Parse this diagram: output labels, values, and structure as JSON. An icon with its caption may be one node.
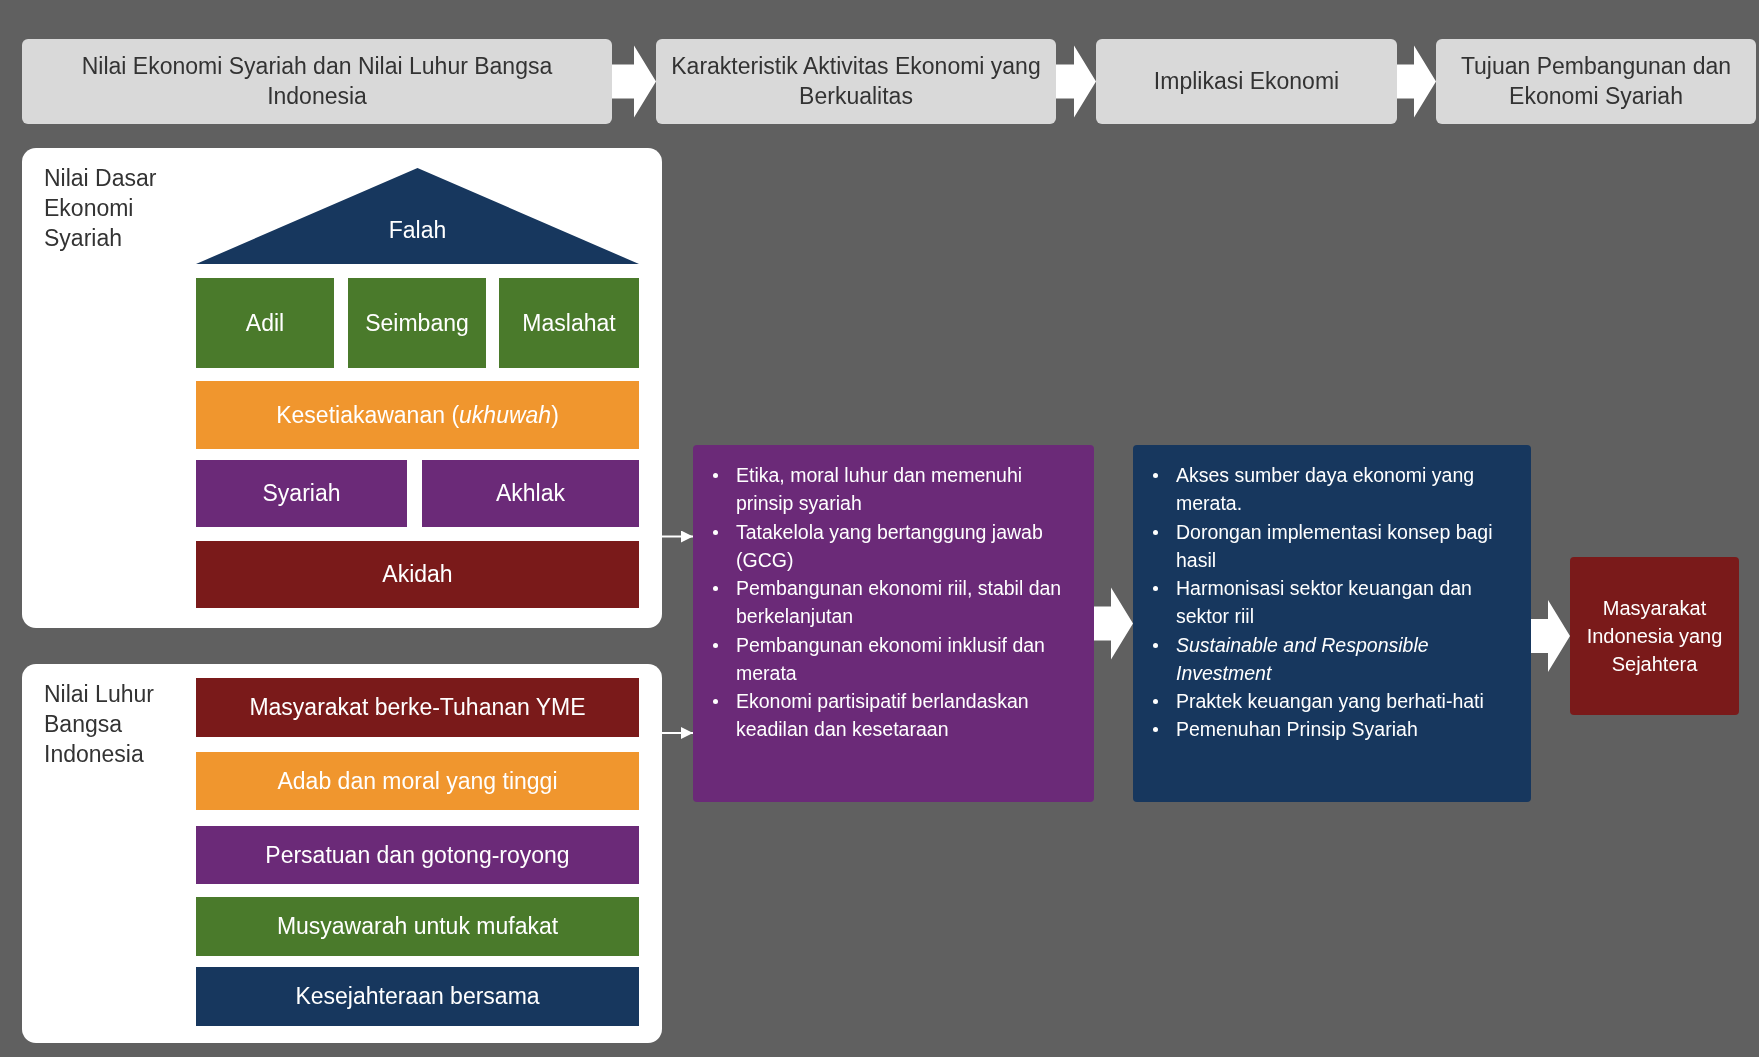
{
  "diagram": {
    "nodes": [
      {
        "text": [
          "Nilai Ekonomi Syariah dan Nilai Luhur Bangsa Indonesia"
        ]
      },
      {
        "text": [
          "Karakteristik Aktivitas Ekonomi yang Berkualitas"
        ]
      },
      {
        "text": [
          "Implikasi Ekonomi"
        ]
      },
      {
        "text": [
          "Tujuan Pembangunan dan Ekonomi Syariah"
        ]
      },
      {
        "text": [
          "Nilai Dasar Ekonomi Syariah"
        ]
      },
      {
        "text": [
          "Falah"
        ],
        "in": 4
      },
      {
        "text": [
          "Adil"
        ],
        "in": 4
      },
      {
        "text": [
          "Seimbang"
        ],
        "in": 4
      },
      {
        "text": [
          "Maslahat"
        ],
        "in": 4
      },
      {
        "text": [
          "Kesetiakawanan (*ukhuwah*)"
        ],
        "in": 4
      },
      {
        "text": [
          "Syariah"
        ],
        "in": 4
      },
      {
        "text": [
          "Akhlak"
        ],
        "in": 4
      },
      {
        "text": [
          "Akidah"
        ],
        "in": 4
      },
      {
        "text": [
          "Nilai Luhur Bangsa Indonesia"
        ]
      },
      {
        "text": [
          "Masyarakat berke-Tuhanan YME"
        ],
        "in": 13
      },
      {
        "text": [
          "Adab dan moral yang tinggi"
        ],
        "in": 13
      },
      {
        "text": [
          "Persatuan dan gotong-royong"
        ],
        "in": 13
      },
      {
        "text": [
          "Musyawarah untuk mufakat"
        ],
        "in": 13
      },
      {
        "text": [
          "Kesejahteraan bersama"
        ],
        "in": 13
      },
      {
        "text": [
          "Etika, moral  luhur dan memenuhi prinsip syariah",
          "Tatakelola yang bertanggung jawab (GCG)",
          "Pembangunan ekonomi riil, stabil dan berkelanjutan",
          "Pembangunan ekonomi inklusif dan merata",
          "Ekonomi partisipatif berlandaskan keadilan dan kesetaraan"
        ]
      },
      {
        "text": [
          "Akses sumber daya ekonomi yang merata.",
          "Dorongan implementasi konsep bagi hasil",
          "Harmonisasi sektor keuangan dan sektor riil",
          "*Sustainable and Responsible Investment*",
          "Praktek keuangan yang berhati-hati",
          "Pemenuhan Prinsip Syariah"
        ]
      },
      {
        "text": [
          "Masyarakat Indonesia yang Sejahtera"
        ]
      }
    ],
    "edges": [
      {
        "from": 0,
        "to": 1,
        "arrow": "to",
        "style": "thick"
      },
      {
        "from": 1,
        "to": 2,
        "arrow": "to",
        "style": "thick"
      },
      {
        "from": 2,
        "to": 3,
        "arrow": "to",
        "style": "thick"
      },
      {
        "from": 4,
        "to": 19,
        "arrow": "to"
      },
      {
        "from": 13,
        "to": 19,
        "arrow": "to"
      },
      {
        "from": 19,
        "to": 20,
        "arrow": "to",
        "style": "thick"
      },
      {
        "from": 20,
        "to": 21,
        "arrow": "to",
        "style": "thick"
      }
    ]
  }
}
